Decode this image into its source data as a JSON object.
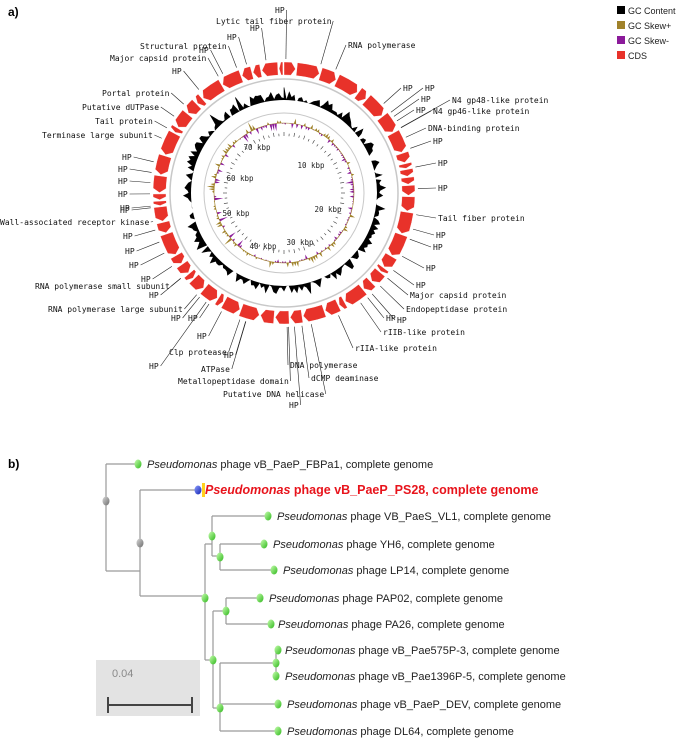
{
  "panel_a": {
    "label": "a)",
    "legend": [
      {
        "text": "GC Content",
        "color": "#000000"
      },
      {
        "text": "GC Skew+",
        "color": "#a0822a"
      },
      {
        "text": "GC Skew-",
        "color": "#8b1a9a"
      },
      {
        "text": "CDS",
        "color": "#e8322a"
      }
    ],
    "kbp_labels": [
      "10 kbp",
      "20 kbp",
      "30 kbp",
      "40 kbp",
      "50 kbp",
      "60 kbp",
      "70 kbp"
    ],
    "gene_labels": [
      "Lytic tail fiber protein",
      "HP",
      "HP",
      "HP",
      "Structural protein",
      "HP",
      "Major capsid protein",
      "HP",
      "RNA polymerase",
      "Portal protein",
      "Putative dUTPase",
      "Tail protein",
      "Terminase large subunit",
      "HP",
      "HP",
      "N4 gp48-like protein",
      "HP",
      "N4 gp46-like protein",
      "HP",
      "DNA-binding protein",
      "HP",
      "HP",
      "HP",
      "HP",
      "HP",
      "HP",
      "HP",
      "Wall-associated receptor kinase",
      "HP",
      "HP",
      "HP",
      "HP",
      "HP",
      "HP",
      "Tail fiber protein",
      "HP",
      "HP",
      "HP",
      "HP",
      "RNA polymerase small subunit",
      "HP",
      "RNA polymerase large subunit",
      "HP",
      "Major capsid protein",
      "Endopeptidase protein",
      "HP",
      "rIIB-like protein",
      "HP",
      "rIIA-like protein",
      "HP",
      "HP",
      "Clp protease",
      "HP",
      "HP",
      "ATPase",
      "DNA polymerase",
      "Metallopeptidase domain",
      "dCMP deaminase",
      "Putative DNA helicase",
      "HP"
    ]
  },
  "panel_b": {
    "label": "b)",
    "scale_label": "0.04",
    "taxa": [
      {
        "genus": "Pseudomonas",
        "rest": " phage vB_PaeP_FBPa1, complete genome",
        "highlight": false
      },
      {
        "genus": "Pseudomonas",
        "rest": " phage vB_PaeP_PS28, complete genome",
        "highlight": true
      },
      {
        "genus": "Pseudomonas",
        "rest": " phage VB_PaeS_VL1, complete genome",
        "highlight": false
      },
      {
        "genus": "Pseudomonas",
        "rest": " phage YH6, complete genome",
        "highlight": false
      },
      {
        "genus": "Pseudomonas",
        "rest": " phage LP14, complete genome",
        "highlight": false
      },
      {
        "genus": "Pseudomonas",
        "rest": " phage PAP02, complete genome",
        "highlight": false
      },
      {
        "genus": "Pseudomonas",
        "rest": " phage PA26, complete genome",
        "highlight": false
      },
      {
        "genus": "Pseudomonas",
        "rest": " phage vB_Pae575P-3, complete genome",
        "highlight": false
      },
      {
        "genus": "Pseudomonas",
        "rest": " phage vB_Pae1396P-5, complete genome",
        "highlight": false
      },
      {
        "genus": "Pseudomonas",
        "rest": " phage vB_PaeP_DEV, complete genome",
        "highlight": false
      },
      {
        "genus": "Pseudomonas",
        "rest": " phage DL64, complete genome",
        "highlight": false
      }
    ],
    "colors": {
      "highlight_text": "#e8141c",
      "leaf_node": "#5ee64a",
      "internal_node": "#9a9a9a",
      "highlight_node": "#2a3bd8",
      "branch": "#9a9a9a"
    }
  }
}
